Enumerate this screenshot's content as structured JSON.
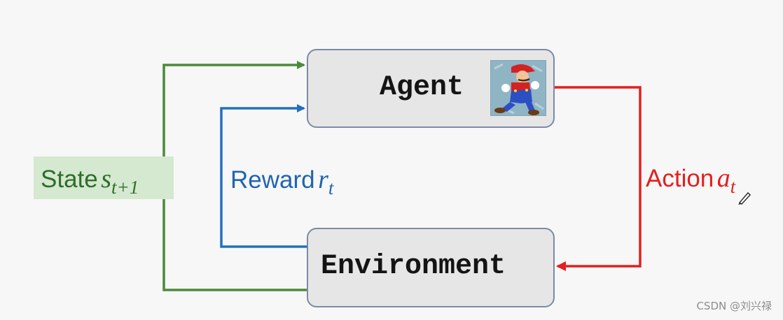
{
  "nodes": {
    "agent": {
      "label": "Agent"
    },
    "environment": {
      "label": "Environment"
    }
  },
  "edges": {
    "state": {
      "word": "State",
      "symbol": "s",
      "subscript": "t+1"
    },
    "reward": {
      "word": "Reward",
      "symbol": "r",
      "subscript": "t"
    },
    "action": {
      "word": "Action",
      "symbol": "a",
      "subscript": "t"
    }
  },
  "icons": {
    "agent_picture": "mario-character-icon",
    "cursor": "pen-cursor-icon"
  },
  "colors": {
    "state": "#4c8a3a",
    "reward": "#2370c0",
    "action": "#e31f1f",
    "box_fill": "#e6e6e6",
    "box_border": "#7d8aa6",
    "state_label_bg": "#d5e8d0"
  },
  "watermark": "CSDN @刘兴禄"
}
